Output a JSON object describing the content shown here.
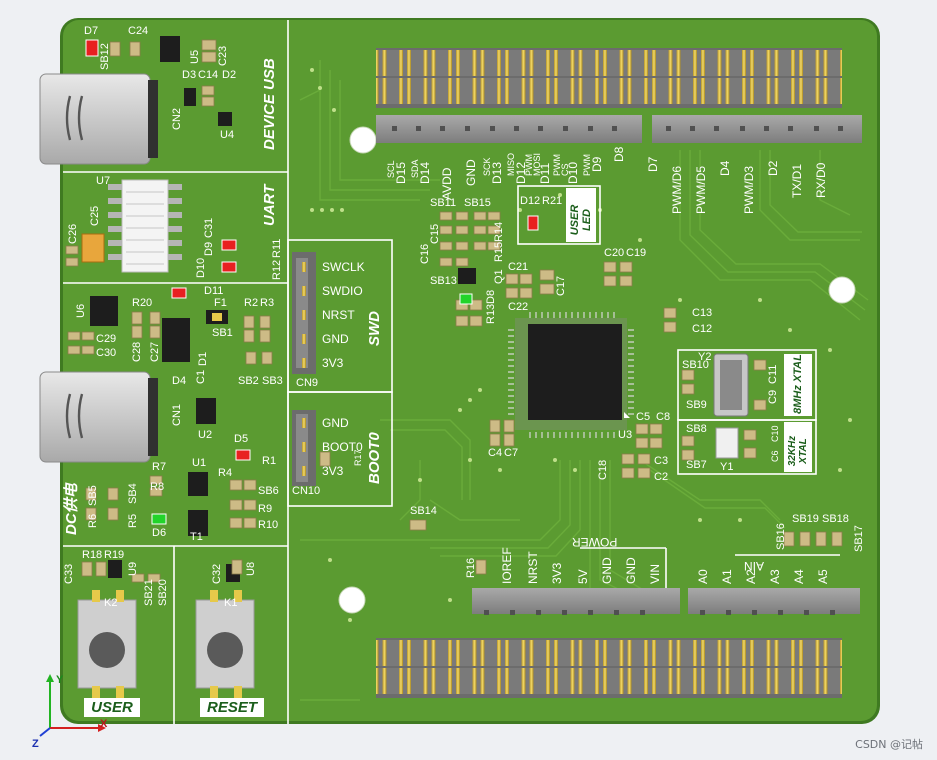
{
  "colors": {
    "board": "#5a9a2f",
    "board_edge": "#3f7a21",
    "silk": "#ffffff",
    "header_plastic": "#8e8e8e",
    "pin_gold": "#e6c94a",
    "chip": "#1d1d1d",
    "led_red": "#e82020",
    "led_green": "#22d42a",
    "pad_tan": "#cdbb86",
    "background": "#eef0f3"
  },
  "sections": {
    "device_usb": "DEVICE USB",
    "uart": "UART",
    "dc_power": "DC供电",
    "swd": "SWD",
    "boot0": "BOOT0",
    "user_led": "USER LED",
    "xtal_8mhz": "8MHz XTAL",
    "xtal_32khz": "32KHz XTAL",
    "user": "USER",
    "reset": "RESET"
  },
  "swd_pins": [
    "SWCLK",
    "SWDIO",
    "NRST",
    "GND",
    "3V3"
  ],
  "boot_pins": [
    "GND",
    "BOOT0",
    "3V3"
  ],
  "top_header_pins": [
    "SCL",
    "D15",
    "SDA",
    "D14",
    "AVDD",
    "GND",
    "SCK",
    "D13",
    "MISO",
    "D12",
    "PWM",
    "MOSI",
    "D11",
    "PWM",
    "CS",
    "D10",
    "PWM",
    "D9",
    "D8",
    "D7",
    "PWM/D6",
    "PWM/D5",
    "D4",
    "PWM/D3",
    "D2",
    "TX/D1",
    "RX/D0"
  ],
  "power_header_pins": [
    "IOREF",
    "NRST",
    "3V3",
    "5V",
    "GND",
    "GND",
    "VIN"
  ],
  "power_label": "POWER",
  "analog_header_pins": [
    "A0",
    "A1",
    "A2",
    "A3",
    "A4",
    "A5"
  ],
  "analog_label": "AIN",
  "refs": {
    "d7": "D7",
    "c24": "C24",
    "sb12": "SB12",
    "u5": "U5",
    "c23": "C23",
    "cn2": "CN2",
    "d3": "D3",
    "c14": "C14",
    "d2": "D2",
    "u4": "U4",
    "u7": "U7",
    "c25": "C25",
    "c26": "C26",
    "d10": "D10",
    "d9": "D9",
    "c31": "C31",
    "r12": "R12",
    "r11": "R11",
    "u6": "U6",
    "r20": "R20",
    "d11": "D11",
    "f1": "F1",
    "r2": "R2",
    "r3": "R3",
    "c29": "C29",
    "c30": "C30",
    "c28": "C28",
    "c27": "C27",
    "sb1": "SB1",
    "c1": "C1",
    "d1": "D1",
    "d4": "D4",
    "sb2": "SB2",
    "sb3": "SB3",
    "cn1": "CN1",
    "u2": "U2",
    "d5": "D5",
    "r7": "R7",
    "u1": "U1",
    "r1": "R1",
    "sb5": "SB5",
    "sb4": "SB4",
    "r8": "R8",
    "r4": "R4",
    "sb6": "SB6",
    "r6": "R6",
    "r5": "R5",
    "d6": "D6",
    "t1": "T1",
    "r9": "R9",
    "r10": "R10",
    "c33": "C33",
    "r18": "R18",
    "r19": "R19",
    "u9": "U9",
    "sb21": "SB21",
    "sb20": "SB20",
    "k2": "K2",
    "c32": "C32",
    "u8": "U8",
    "k1": "K1",
    "cn9": "CN9",
    "cn10": "CN10",
    "r17": "R17",
    "sb11": "SB11",
    "sb15": "SB15",
    "c16": "C16",
    "c15": "C15",
    "r15": "R15",
    "r14": "R14",
    "q1": "Q1",
    "sb13": "SB13",
    "r13": "R13",
    "d8": "D8",
    "d12": "D12",
    "r21": "R21",
    "c21": "C21",
    "c22": "C22",
    "c17": "C17",
    "c20": "C20",
    "c19": "C19",
    "c13": "C13",
    "c12": "C12",
    "y2": "Y2",
    "sb10": "SB10",
    "sb9": "SB9",
    "c11": "C11",
    "c9": "C9",
    "sb8": "SB8",
    "sb7": "SB7",
    "y1": "Y1",
    "c10": "C10",
    "c6": "C6",
    "c4": "C4",
    "c7": "C7",
    "u3": "U3",
    "c5": "C5",
    "c8": "C8",
    "c3": "C3",
    "c2": "C2",
    "c18": "C18",
    "sb14": "SB14",
    "r16": "R16",
    "sb16": "SB16",
    "sb19": "SB19",
    "sb18": "SB18",
    "sb17": "SB17"
  },
  "axes": {
    "x": "X",
    "y": "Y",
    "z": "Z"
  },
  "watermark": "CSDN @记帖"
}
